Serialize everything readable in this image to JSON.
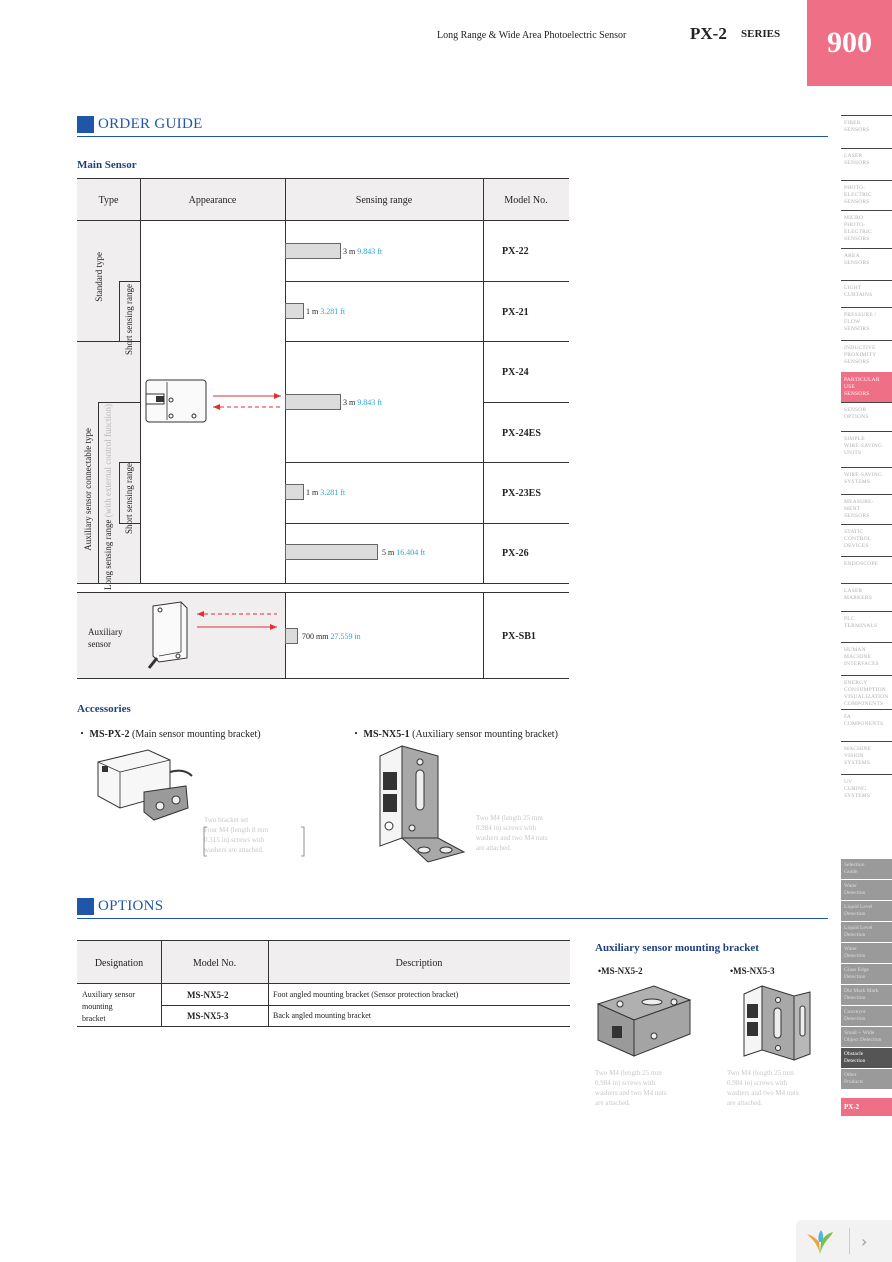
{
  "header": {
    "subtitle": "Long Range & Wide Area Photoelectric Sensor",
    "series_name": "PX-2",
    "series_word": "SERIES",
    "page_number": "900"
  },
  "order_guide": {
    "title": "ORDER GUIDE",
    "main_sensor_title": "Main Sensor",
    "columns": [
      "Type",
      "Appearance",
      "Sensing range",
      "Model No."
    ],
    "type_labels": {
      "standard": "Standard type",
      "short_range_1": "Short sensing range",
      "aux_connectable": "Auxiliary sensor connectable type",
      "long_range_prefix": "Long sensing range",
      "long_range_suffix": "(with external control function)",
      "short_range_2": "Short sensing range"
    },
    "rows": [
      {
        "range": "3 m",
        "range_ft": "9.843 ft",
        "model": "PX-22",
        "bar_fraction": 0.6
      },
      {
        "range": "1 m",
        "range_ft": "3.281 ft",
        "model": "PX-21",
        "bar_fraction": 0.2
      },
      {
        "range": "3 m",
        "range_ft": "9.843 ft",
        "models": [
          "PX-24",
          "PX-24ES"
        ],
        "bar_fraction": 0.6
      },
      {
        "range": "1 m",
        "range_ft": "3.281 ft",
        "model": "PX-23ES",
        "bar_fraction": 0.2
      },
      {
        "range": "5 m",
        "range_ft": "16.404 ft",
        "model": "PX-26",
        "bar_fraction": 1.0
      }
    ],
    "auxiliary": {
      "label_line1": "Auxiliary",
      "label_line2": "sensor",
      "range": "700 mm",
      "range_ft": "27.559 in",
      "model": "PX-SB1",
      "bar_fraction": 0.14
    }
  },
  "accessories": {
    "title": "Accessories",
    "items": [
      {
        "bullet": "・",
        "model": "MS-PX-2",
        "desc": "(Main sensor mounting bracket)",
        "note": [
          "Two bracket set",
          "Four M4 (length 8 mm",
          "0.315 in) screws with",
          "washers are attached."
        ]
      },
      {
        "bullet": "・",
        "model": "MS-NX5-1",
        "desc": "(Auxiliary sensor mounting bracket)",
        "note": [
          "Two M4 (length 25 mm",
          "0.984 in) screws with",
          "washers and two M4 nuts",
          "are attached."
        ]
      }
    ]
  },
  "options": {
    "title": "OPTIONS",
    "columns": [
      "Designation",
      "Model No.",
      "Description"
    ],
    "designation_lines": [
      "Auxiliary sensor",
      "mounting",
      "bracket"
    ],
    "rows": [
      {
        "model": "MS-NX5-2",
        "description": "Foot angled mounting bracket (Sensor protection bracket)"
      },
      {
        "model": "MS-NX5-3",
        "description": "Back angled mounting bracket"
      }
    ],
    "bracket_title": "Auxiliary sensor mounting bracket",
    "brackets": [
      {
        "model": "•MS-NX5-2",
        "note": [
          "Two M4 (length 25 mm",
          "0.984 in) screws with",
          "washers and two M4 nuts",
          "are attached."
        ]
      },
      {
        "model": "•MS-NX5-3",
        "note": [
          "Two M4 (length 25 mm",
          "0.984 in) screws with",
          "washers and two M4 nuts",
          "are attached."
        ]
      }
    ]
  },
  "side_nav": {
    "items": [
      [
        "FIBER",
        "SENSORS"
      ],
      [
        "LASER",
        "SENSORS"
      ],
      [
        "PHOTO-",
        "ELECTRIC",
        "SENSORS"
      ],
      [
        "MICRO",
        "PHOTO-",
        "ELECTRIC",
        "SENSORS"
      ],
      [
        "AREA",
        "SENSORS"
      ],
      [
        "LIGHT",
        "CURTAINS"
      ],
      [
        "PRESSURE /",
        "FLOW",
        "SENSORS"
      ],
      [
        "INDUCTIVE",
        "PROXIMITY",
        "SENSORS"
      ],
      [
        "PARTICULAR",
        "USE",
        "SENSORS"
      ],
      [
        "SENSOR",
        "OPTIONS"
      ],
      [
        "SIMPLE",
        "WIRE-SAVING",
        "UNITS"
      ],
      [
        "WIRE-SAVING",
        "SYSTEMS"
      ],
      [
        "MEASURE-",
        "MENT",
        "SENSORS"
      ],
      [
        "STATIC",
        "CONTROL",
        "DEVICES"
      ],
      [
        "ENDOSCOPE"
      ],
      [
        "LASER",
        "MARKERS"
      ],
      [
        "PLC",
        "TERMINALS"
      ],
      [
        "HUMAN",
        "MACHINE",
        "INTERFACES"
      ],
      [
        "ENERGY",
        "CONSUMPTION",
        "VISUALIZATION",
        "COMPONENTS"
      ],
      [
        "FA",
        "COMPONENTS"
      ],
      [
        "MACHINE",
        "VISION",
        "SYSTEMS"
      ],
      [
        "UV",
        "CURING",
        "SYSTEMS"
      ]
    ],
    "active_index": 8,
    "sub_items": [
      [
        "Selection",
        "Guide"
      ],
      [
        "Water",
        "Detection"
      ],
      [
        "Liquid Level",
        "Detection"
      ],
      [
        "Liquid Level",
        "Detection"
      ],
      [
        "Water",
        "Detection"
      ],
      [
        "Glass Edge",
        "Detection"
      ],
      [
        "Die Mark Mark",
        "Detection"
      ],
      [
        "Conveyor",
        "Detection"
      ],
      [
        "Small + Wide",
        "Object Detection"
      ],
      [
        "Obstacle",
        "Detection"
      ],
      [
        "Other",
        "Products"
      ]
    ],
    "sub_active_index": 9,
    "current": "PX-2"
  },
  "colors": {
    "accent_pink": "#ee6f86",
    "heading_blue": "#1f56a8",
    "range_ft_blue": "#2aa6d8",
    "header_row_bg": "#f1eef0"
  }
}
